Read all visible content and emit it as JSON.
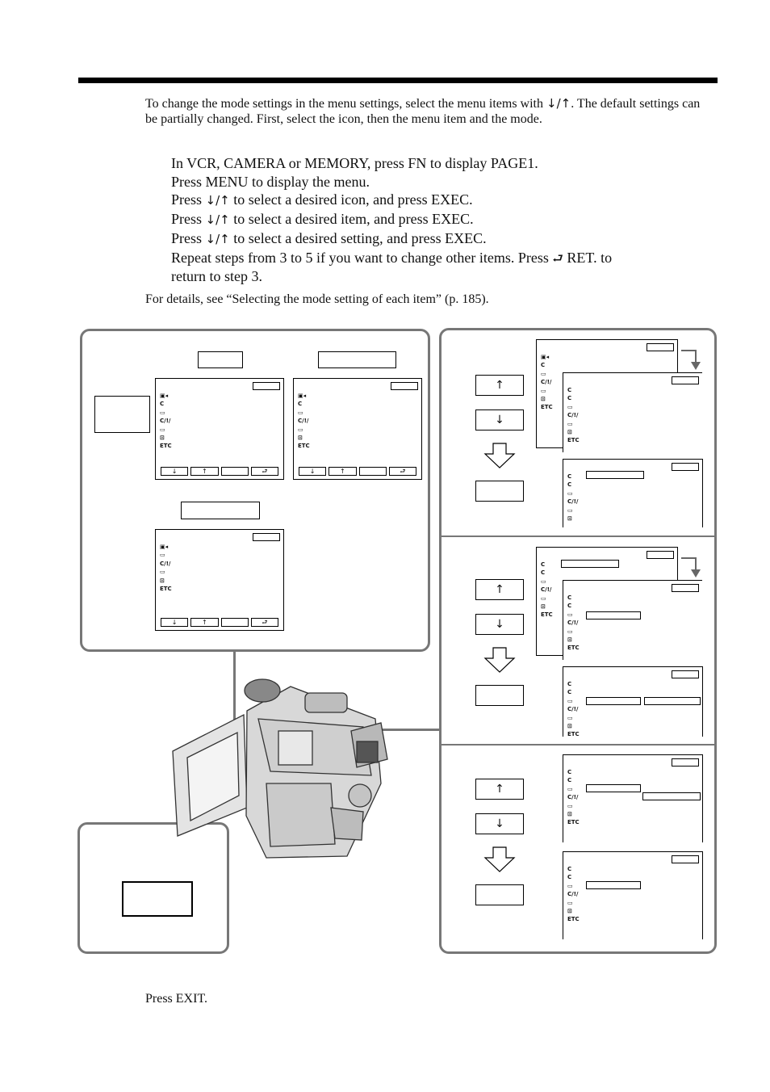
{
  "intro": {
    "text_before": "To change the mode settings in the menu settings, select the menu items with ",
    "arrows": "↓/↑",
    "text_after": ". The default settings can be partially changed. First, select the icon, then the menu item and the mode."
  },
  "steps": [
    {
      "before": "In VCR, CAMERA or MEMORY,  press FN to display PAGE1.",
      "arrows": "",
      "after": ""
    },
    {
      "before": "Press MENU to display the menu.",
      "arrows": "",
      "after": ""
    },
    {
      "before": "Press ",
      "arrows": "↓/↑",
      "after": " to select a desired icon, and press EXEC."
    },
    {
      "before": "Press ",
      "arrows": "↓/↑",
      "after": " to select a desired item, and press EXEC."
    },
    {
      "before": "Press ",
      "arrows": "↓/↑",
      "after": " to select a desired setting, and press EXEC."
    },
    {
      "before": "Repeat steps from 3 to 5 if you want to change other items. Press ",
      "arrows": "⮐",
      "after": " RET. to"
    },
    {
      "before": "return to step 3.",
      "arrows": "",
      "after": ""
    }
  ],
  "details": "For details, see “Selecting the mode setting of each item” (p. 185).",
  "exit_step": "Press EXIT.",
  "lcd_icons": [
    "▣◂",
    "C",
    "▭",
    "C/!/",
    "▭",
    "⊡",
    "ETC"
  ],
  "lcd_bar": [
    "↓",
    "↑",
    "",
    "⮐"
  ],
  "buttons": {
    "down": "↓",
    "up": "↑"
  }
}
